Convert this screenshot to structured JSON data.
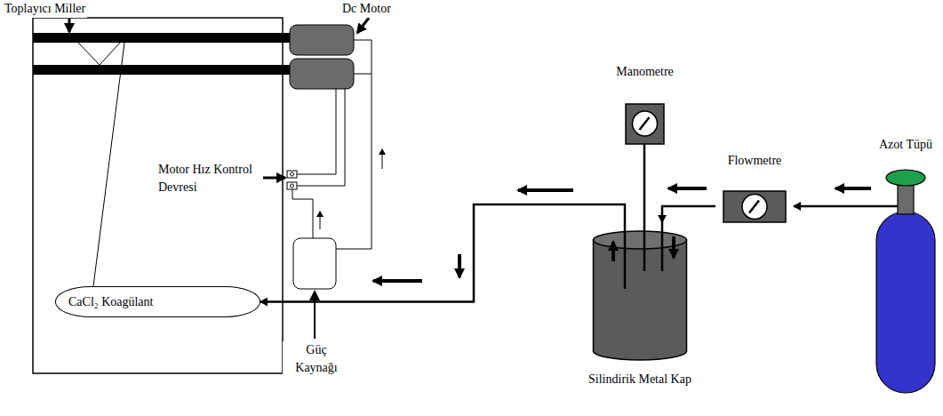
{
  "diagram": {
    "nodes": [
      {
        "text": [
          "CaCl₂ Koagülant"
        ]
      },
      {
        "text": [
          "Silindirik Metal Kap"
        ]
      },
      {
        "text": [
          "Manometre"
        ]
      },
      {
        "text": [
          "Flowmetre"
        ]
      },
      {
        "text": [
          "Azot Tüpü"
        ]
      }
    ],
    "edges": [
      {
        "from": 4,
        "to": 3,
        "arrow": "to"
      },
      {
        "from": 3,
        "to": 1,
        "arrow": "to"
      },
      {
        "from": 1,
        "to": 0,
        "arrow": "to"
      },
      {
        "from": 1,
        "to": 2,
        "arrow": "none"
      }
    ],
    "labels": [
      "Toplayıcı Miller",
      "Dc Motor",
      "Motor Hız Kontrol Devresi",
      "Güç Kaynağı"
    ]
  }
}
